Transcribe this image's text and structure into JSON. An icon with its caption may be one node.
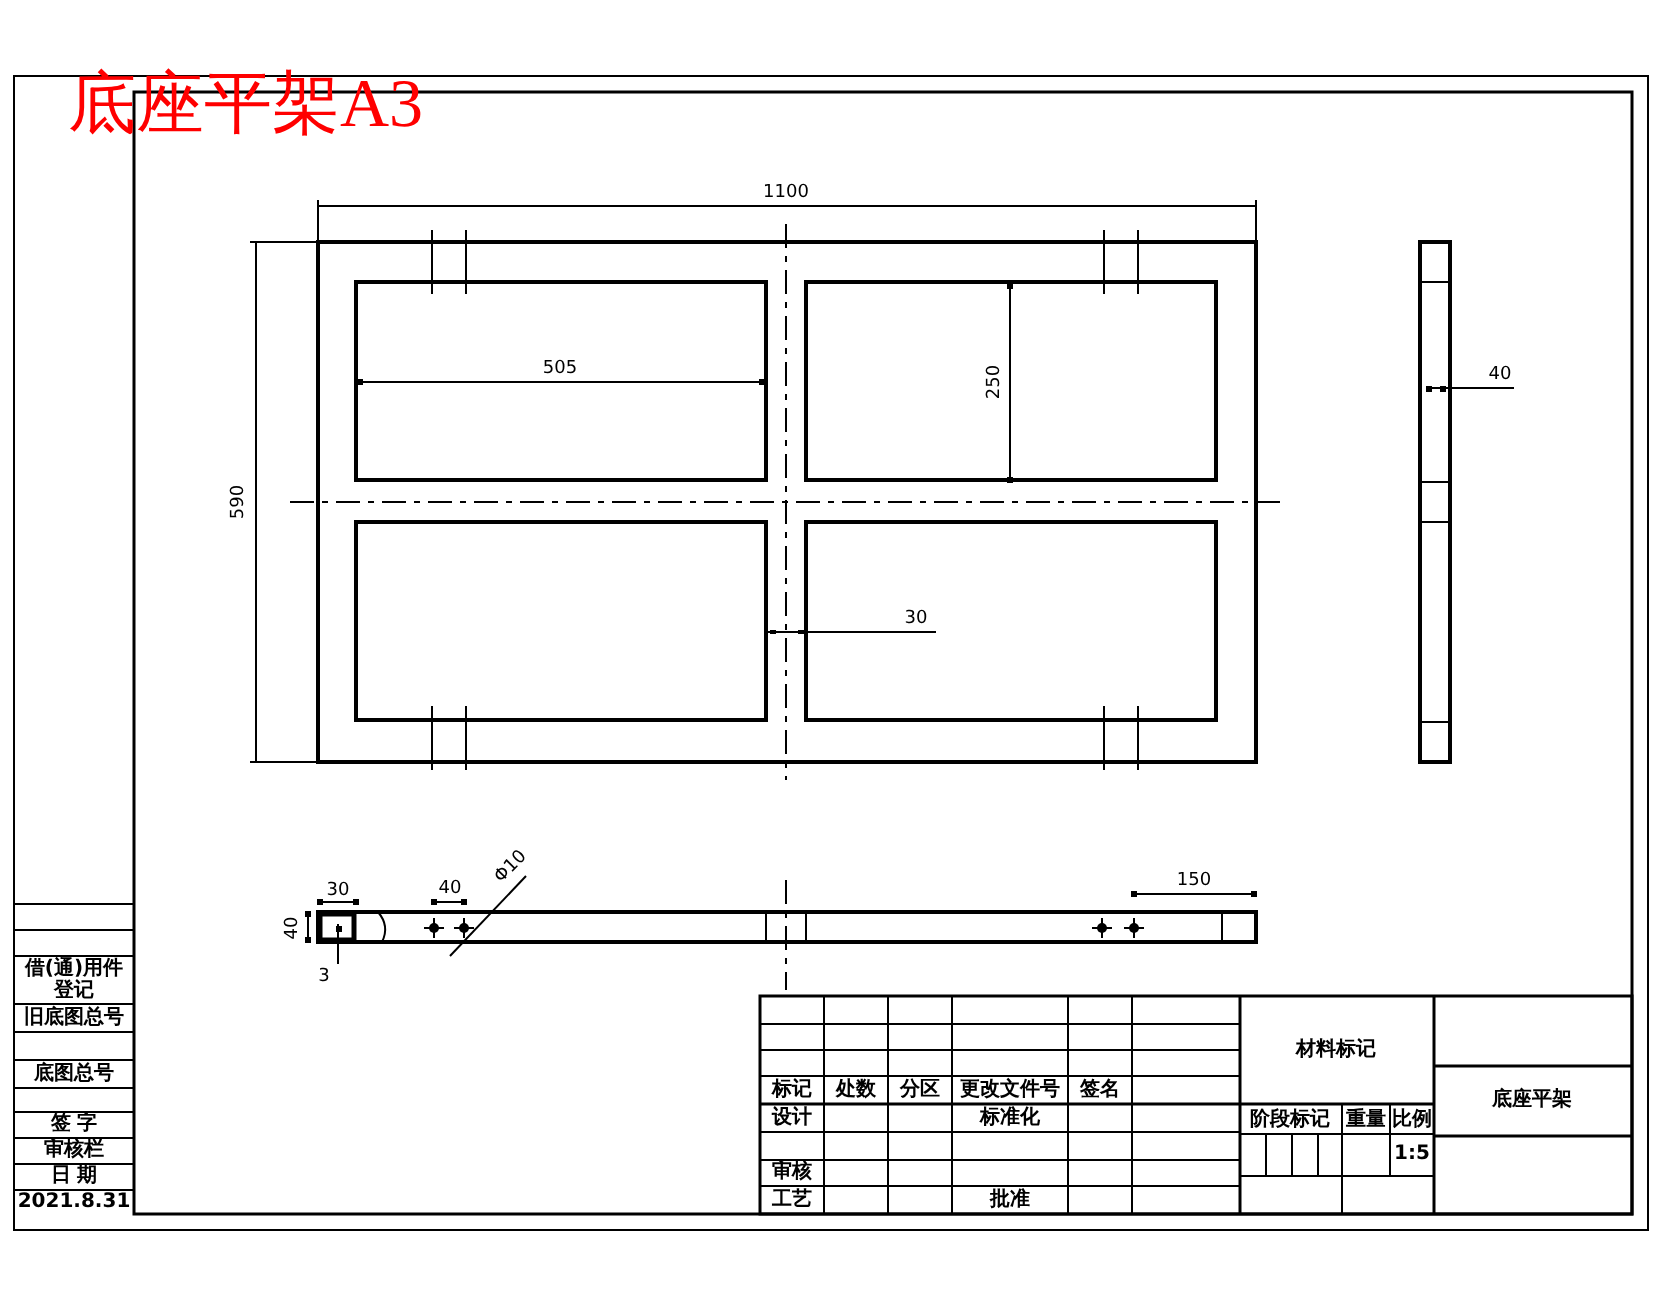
{
  "diagram": {
    "title": "底座平架A3",
    "labels": [
      "1100",
      "590",
      "505",
      "250",
      "30",
      "40",
      "30",
      "40",
      "40",
      "Φ10",
      "150",
      "3",
      "借(通)用件登记",
      "旧底图总号",
      "底图总号",
      "签 字",
      "审核栏",
      "日 期",
      "2021.8.31",
      "标记",
      "处数",
      "分区",
      "更改文件号",
      "签名",
      "设计",
      "标准化",
      "审核",
      "工艺",
      "批准",
      "材料标记",
      "阶段标记",
      "重量",
      "比例",
      "1:5",
      "底座平架"
    ]
  }
}
